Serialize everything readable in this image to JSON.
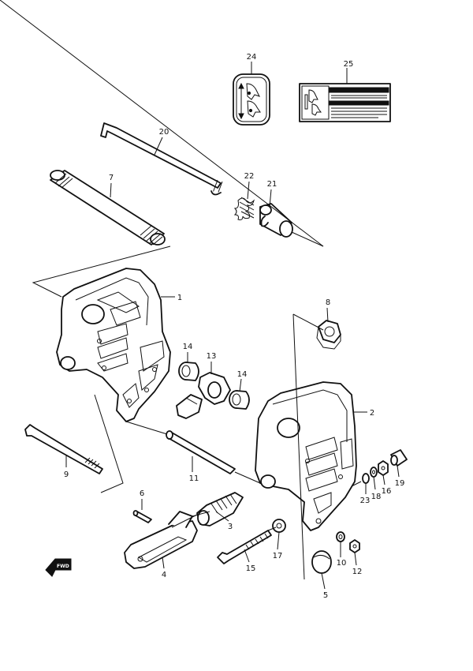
{
  "callouts": {
    "p1": "1",
    "p2": "2",
    "p3": "3",
    "p4": "4",
    "p5": "5",
    "p6": "6",
    "p7": "7",
    "p8": "8",
    "p9": "9",
    "p10": "10",
    "p11": "11",
    "p12": "12",
    "p13": "13",
    "p14a": "14",
    "p14b": "14",
    "p15": "15",
    "p16": "16",
    "p17": "17",
    "p18": "18",
    "p19": "19",
    "p20": "20",
    "p21": "21",
    "p22": "22",
    "p23": "23",
    "p24": "24",
    "p25": "25"
  },
  "fwd_label": "FWD",
  "colors": {
    "line": "#111111",
    "background": "#ffffff"
  }
}
